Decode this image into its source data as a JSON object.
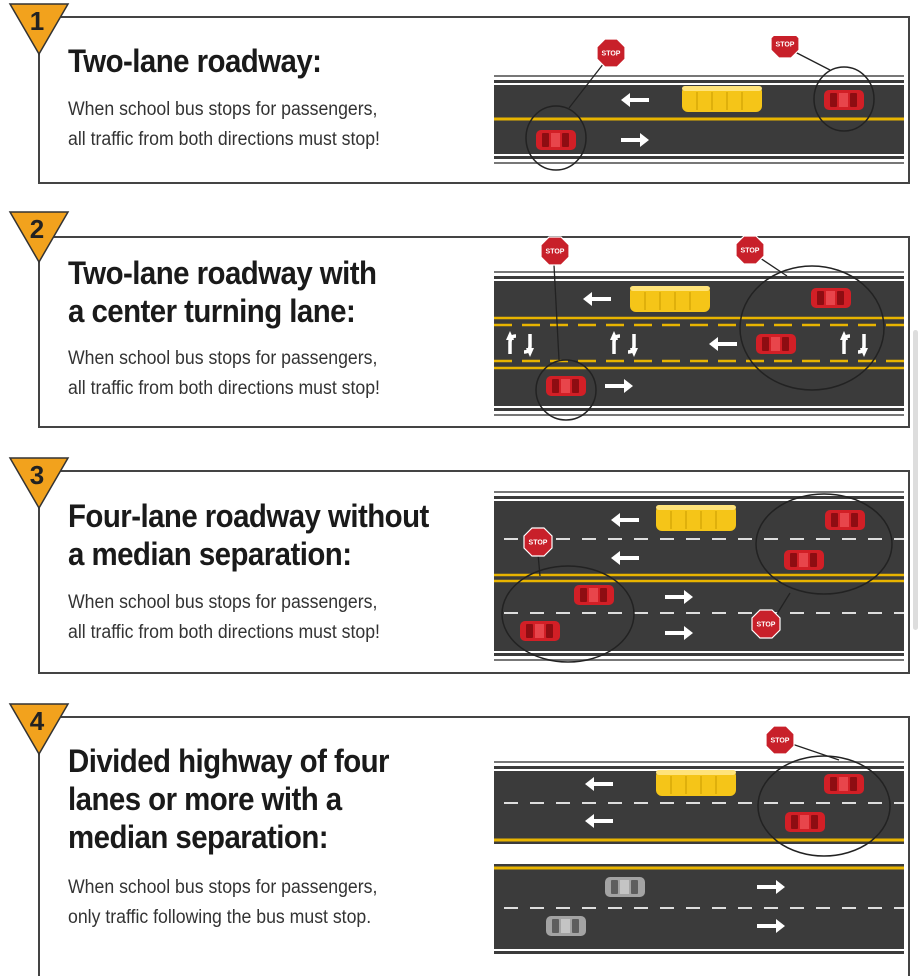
{
  "panels": [
    {
      "number": "1",
      "title_lines": [
        "Two-lane roadway:"
      ],
      "description_lines": [
        "When school bus stops for passengers,",
        "all traffic from both directions must stop!"
      ]
    },
    {
      "number": "2",
      "title_lines": [
        "Two-lane roadway with",
        "a center turning lane:"
      ],
      "description_lines": [
        "When school bus stops for passengers,",
        "all traffic from both directions must stop!"
      ]
    },
    {
      "number": "3",
      "title_lines": [
        "Four-lane roadway without",
        "a median separation:"
      ],
      "description_lines": [
        "When school bus stops for passengers,",
        "all traffic from both directions must stop!"
      ]
    },
    {
      "number": "4",
      "title_lines": [
        "Divided highway of four",
        "lanes or more with a",
        "median separation:"
      ],
      "description_lines": [
        "When school bus stops for passengers,",
        "only traffic following the bus must stop."
      ]
    }
  ],
  "stop_sign_text": "STOP",
  "colors": {
    "badge": "#f2a21d",
    "road": "#3b3b3b",
    "yellow_line": "#e8b400",
    "bus": "#f5c518",
    "stopping_car": "#d21f26",
    "passing_car": "#9a9a9a",
    "stop_sign": "#c8202a"
  },
  "icons": {
    "arrow": "white-arrow-icon",
    "turn": "turn-arrows-icon",
    "stop": "stop-sign-icon",
    "bus": "school-bus-icon",
    "car": "car-icon"
  }
}
